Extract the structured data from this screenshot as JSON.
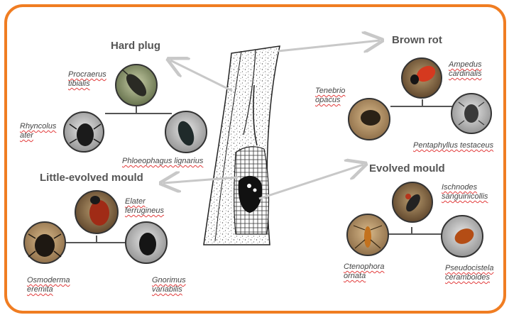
{
  "colors": {
    "frame": "#f07d22",
    "arrow": "#c8c8c8",
    "connector": "#555555",
    "heading": "#555555",
    "species_text": "#444444",
    "spellcheck_underline": "#e23b3b"
  },
  "groups": [
    {
      "heading": "Hard plug",
      "species": [
        {
          "line1": "Procraerus",
          "line2": "tibialis",
          "icon": "click-beetle-icon"
        },
        {
          "line1": "Rhyncolus",
          "line2": "ater",
          "icon": "weevil-icon"
        },
        {
          "line1": "Phloeophagus lignarius",
          "line2": "",
          "icon": "weevil-icon"
        }
      ]
    },
    {
      "heading": "Brown rot",
      "species": [
        {
          "line1": "Ampedus",
          "line2": "cardinalis",
          "icon": "click-beetle-icon"
        },
        {
          "line1": "Tenebrio",
          "line2": "opacus",
          "icon": "darkling-beetle-icon"
        },
        {
          "line1": "Pentaphyllus testaceus",
          "line2": "",
          "icon": "darkling-beetle-icon"
        }
      ]
    },
    {
      "heading": "Little-evolved mould",
      "species": [
        {
          "line1": "Elater",
          "line2": "ferrugineus",
          "icon": "click-beetle-icon"
        },
        {
          "line1": "Osmoderma",
          "line2": "eremita",
          "icon": "scarab-beetle-icon"
        },
        {
          "line1": "Gnorimus",
          "line2": "variabilis",
          "icon": "scarab-beetle-icon"
        }
      ]
    },
    {
      "heading": "Evolved mould",
      "species": [
        {
          "line1": "Ischnodes",
          "line2": "sanguinicollis",
          "icon": "click-beetle-icon"
        },
        {
          "line1": "Ctenophora",
          "line2": "ornata",
          "icon": "crane-fly-icon"
        },
        {
          "line1": "Pseudocistela",
          "line2": "ceramboides",
          "icon": "darkling-beetle-icon"
        }
      ]
    }
  ]
}
